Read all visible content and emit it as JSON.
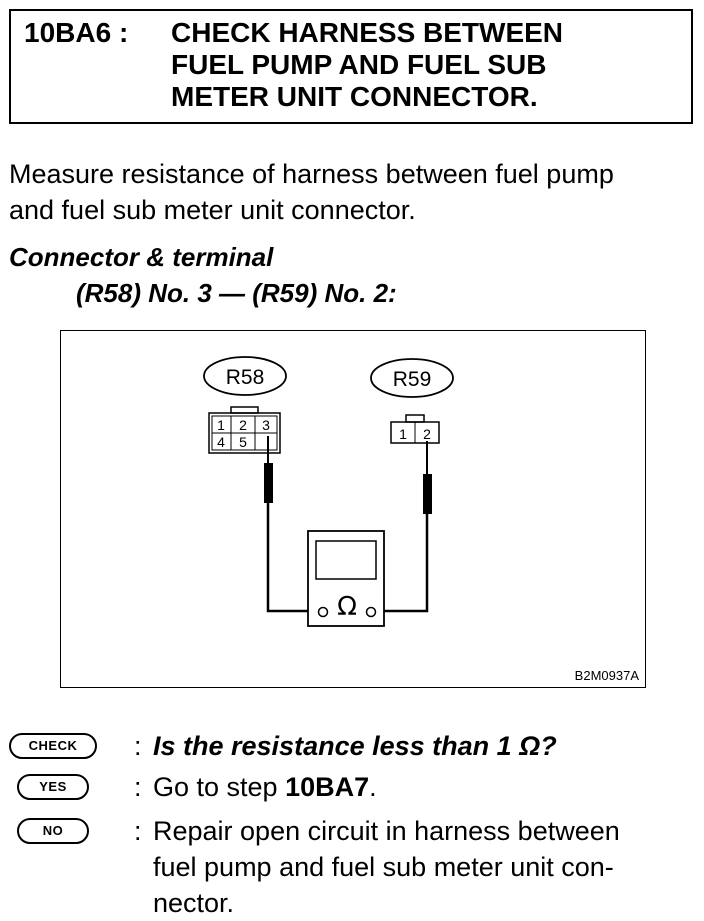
{
  "header": {
    "step_id": "10BA6 :",
    "title_lines": [
      "CHECK HARNESS BETWEEN",
      "FUEL PUMP AND FUEL SUB",
      "METER UNIT CONNECTOR."
    ]
  },
  "intro_lines": [
    "Measure resistance of harness between fuel pump",
    "and fuel sub meter unit connector."
  ],
  "connector": {
    "heading": "Connector & terminal",
    "spec": "(R58) No. 3 — (R59) No. 2:"
  },
  "figure": {
    "connector_a": {
      "label": "R58",
      "pins_top": [
        "1",
        "2",
        "3"
      ],
      "pins_bottom": [
        "4",
        "5"
      ]
    },
    "connector_b": {
      "label": "R59",
      "pins": [
        "1",
        "2"
      ]
    },
    "meter_symbol": "Ω",
    "meter_icon": "ohmmeter-icon",
    "figure_code": "B2M0937A"
  },
  "check": {
    "badge": "CHECK",
    "question": "Is the resistance less than 1 Ω?"
  },
  "yes": {
    "badge": "YES",
    "prefix": "Go to step ",
    "step": "10BA7",
    "suffix": "."
  },
  "no": {
    "badge": "NO",
    "lines": [
      "Repair open circuit in harness between",
      "fuel pump and fuel sub meter unit con-",
      "nector."
    ]
  }
}
